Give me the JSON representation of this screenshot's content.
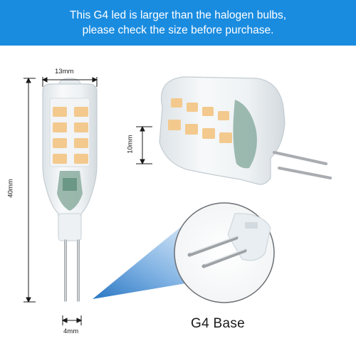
{
  "banner": {
    "line1": "This G4 led is larger than the halogen bulbs,",
    "line2": "please check the size before purchase.",
    "background": "#1a8ce0"
  },
  "dimensions": {
    "width_label": "13mm",
    "height_label": "40mm",
    "depth_label": "10mm",
    "pin_spacing_label": "4mm"
  },
  "caption": {
    "base_label": "G4 Base"
  },
  "colors": {
    "led_chip": "#f3c98e",
    "led_chip_dark": "#e7b36f",
    "bulb_body": "#eef1f3",
    "bulb_edge": "#c9d2d8",
    "pcb_green": "#5f8e7c",
    "pin": "#a9adb1",
    "dim_line": "#1a1a1a",
    "zoom_ring": "#6a6f74",
    "beam": "#2b7fd1"
  }
}
